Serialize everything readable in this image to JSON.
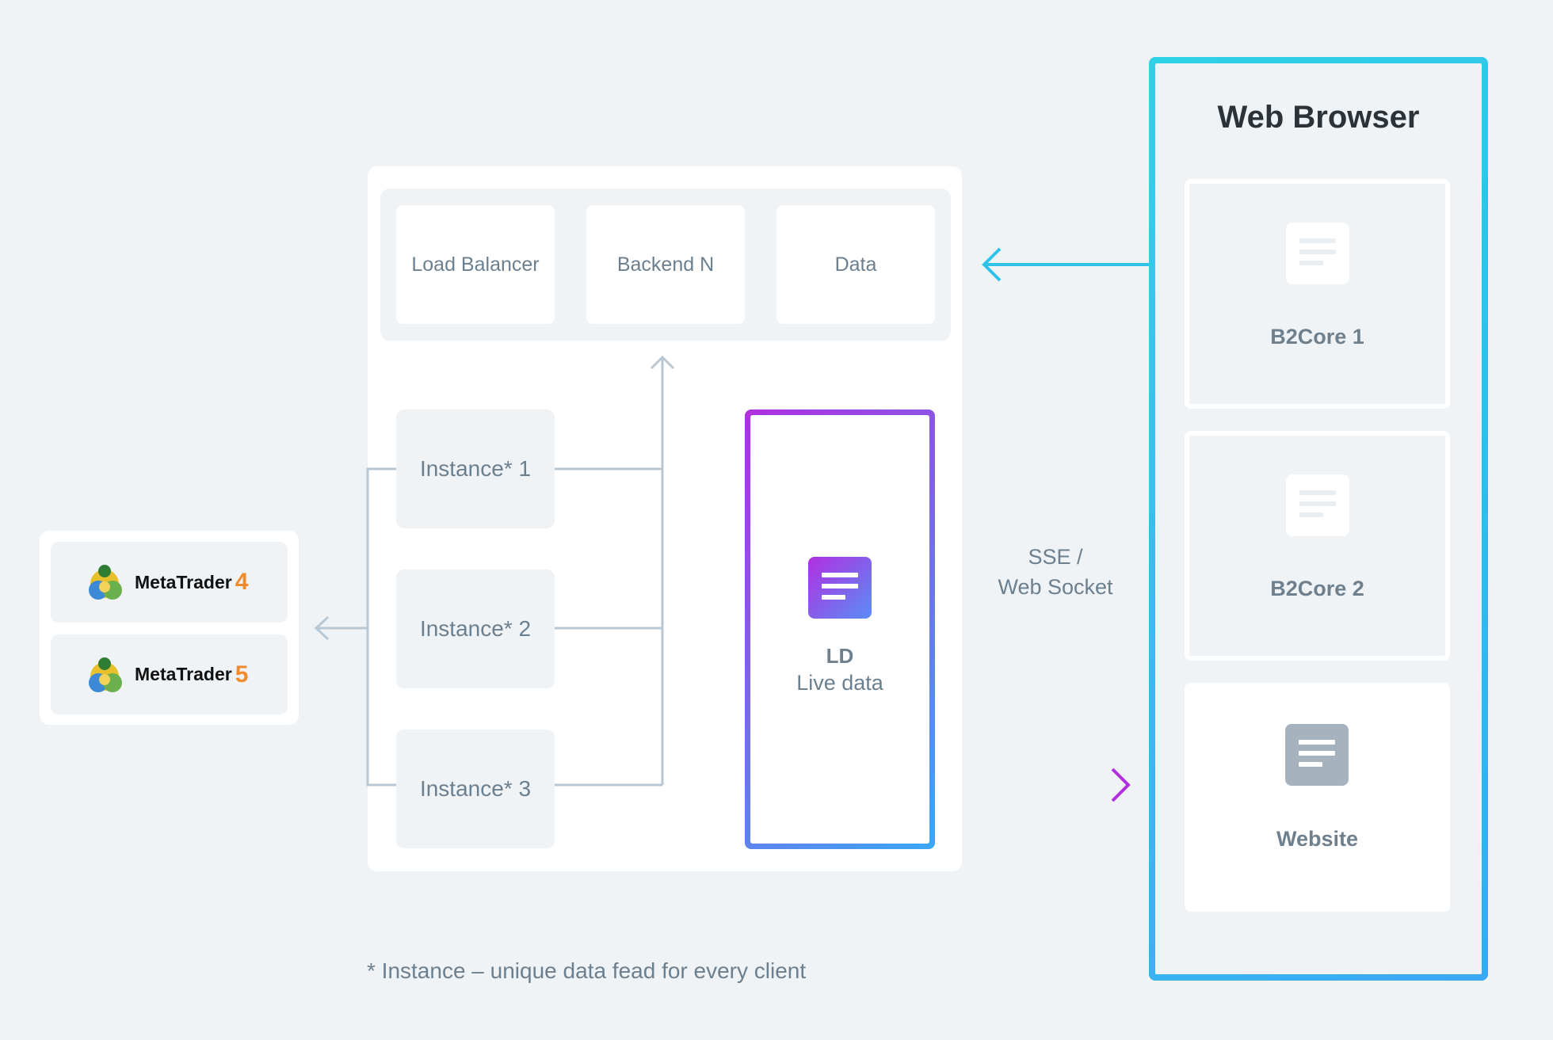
{
  "backend": {
    "load_balancer": "Load Balancer",
    "backend_n": "Backend N",
    "data": "Data"
  },
  "instances": [
    "Instance* 1",
    "Instance* 2",
    "Instance* 3"
  ],
  "metatrader": [
    {
      "name": "MetaTrader",
      "version": "4"
    },
    {
      "name": "MetaTrader",
      "version": "5"
    }
  ],
  "live_data": {
    "title": "LD",
    "subtitle": "Live data"
  },
  "connection": {
    "line1": "SSE /",
    "line2": "Web Socket"
  },
  "browser": {
    "title": "Web Browser",
    "items": [
      "B2Core 1",
      "B2Core 2",
      "Website"
    ]
  },
  "footnote": "* Instance – unique data fead for every client",
  "colors": {
    "background": "#eff3f6",
    "card": "#ffffff",
    "cyan": "#2ed3e6",
    "blue": "#3aa8f5",
    "purple": "#b12fe0",
    "connector": "#b7c7d3",
    "text": "#6b7f8f",
    "metatrader_version": "#f08a2a"
  }
}
